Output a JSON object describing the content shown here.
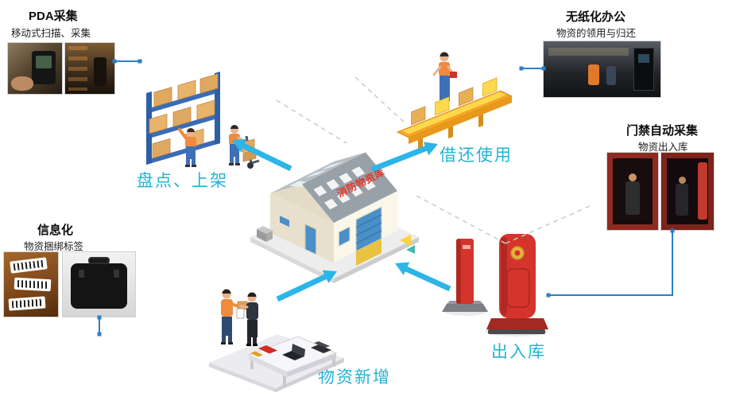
{
  "pda": {
    "title": "PDA采集",
    "subtitle": "移动式扫描、采集",
    "photos": [
      "pda-handheld-scanner-photo",
      "pda-warehouse-scanning-photo"
    ]
  },
  "paperless": {
    "title": "无纸化办公",
    "subtitle": "物资的领用与归还",
    "photos": [
      "paperless-office-kiosk-photo"
    ]
  },
  "access": {
    "title": "门禁自动采集",
    "subtitle": "物资出入库",
    "photos": [
      "access-door-left-photo",
      "access-door-right-photo"
    ]
  },
  "info": {
    "title": "信息化",
    "subtitle": "物资捆绑标签",
    "photos": [
      "bundled-barcode-labels-photo",
      "equipment-case-photo"
    ]
  },
  "labels": {
    "shelving": "盘点、上架",
    "borrow": "借还使用",
    "new_material": "物资新增",
    "inout": "出入库",
    "warehouse_sign": "消防物资库"
  },
  "colors": {
    "flow_label_cyan": "#25b2d3",
    "arrow_cyan": "#2cb5e8",
    "connector_blue": "#2a7fc9",
    "gate_red": "#d5342c",
    "roof_sign_red": "#e2372b",
    "title_black": "#0d0d0d"
  }
}
